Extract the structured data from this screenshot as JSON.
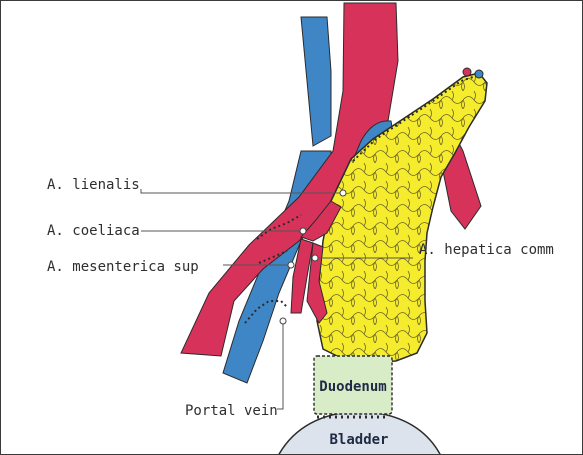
{
  "labels": {
    "lienalis": "A. lienalis",
    "coeliaca": "A. coeliaca",
    "mesenterica": "A. mesenterica sup",
    "hepatica": "A. hepatica comm",
    "portal": "Portal vein",
    "duodenum": "Duodenum",
    "bladder": "Bladder"
  },
  "colors": {
    "artery": "#d7335a",
    "vein": "#3f86c6",
    "pancreas": "#f6ec2e",
    "duodenum": "#d8ecc8",
    "bladder": "#dde3ec",
    "outline": "#2b2b2b",
    "leader": "#555555"
  }
}
